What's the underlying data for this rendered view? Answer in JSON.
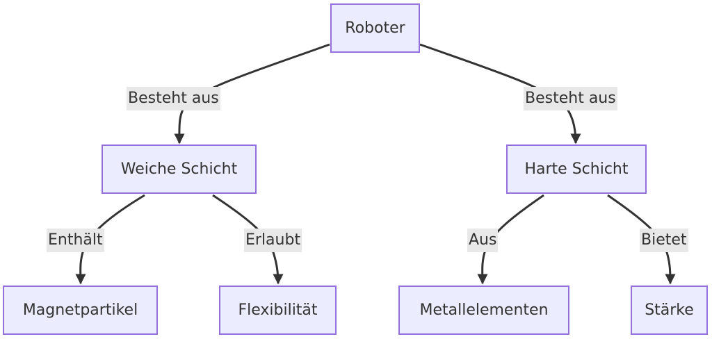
{
  "nodes": {
    "roboter": "Roboter",
    "weiche_schicht": "Weiche Schicht",
    "harte_schicht": "Harte Schicht",
    "magnetpartikel": "Magnetpartikel",
    "flexibilitaet": "Flexibilität",
    "metallelementen": "Metallelementen",
    "staerke": "Stärke"
  },
  "edges": {
    "roboter_weiche": "Besteht aus",
    "roboter_harte": "Besteht aus",
    "weiche_magnet": "Enthält",
    "weiche_flex": "Erlaubt",
    "harte_metall": "Aus",
    "harte_staerke": "Bietet"
  },
  "colors": {
    "node_fill": "#ECECFF",
    "node_border": "#9370DB",
    "edge": "#333333",
    "label_bg": "#E8E8E8"
  }
}
